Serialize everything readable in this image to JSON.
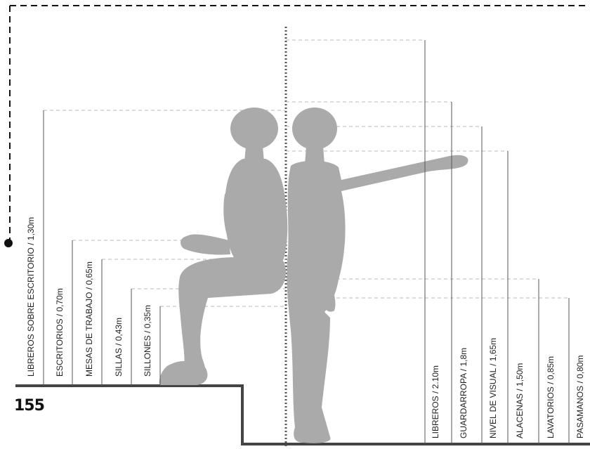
{
  "page_number": "155",
  "seated_measures": [
    {
      "label": "LIBREROS SOBRE ESCRITORIO / 1,30m"
    },
    {
      "label": "ESCRITORIOS / 0,70m"
    },
    {
      "label": "MESAS DE TRABAJO / 0,65m"
    },
    {
      "label": "SILLAS / 0,43m"
    },
    {
      "label": "SILLONES / 0,35m"
    }
  ],
  "standing_measures": [
    {
      "label": "LIBREROS / 2.10m"
    },
    {
      "label": "GUARDARROPA / 1,8m"
    },
    {
      "label": "NIVEL DE VISUAL / 1,65m"
    },
    {
      "label": "ALACENAS / 1,50m"
    },
    {
      "label": "LAVATORIOS / 0,85m"
    },
    {
      "label": "PASAMANOS / 0,80m"
    }
  ],
  "colors": {
    "figure": "#a9a9a9",
    "line": "#333333",
    "guide": "#c8c8c8",
    "floor": "#444444",
    "frame": "#111111"
  }
}
